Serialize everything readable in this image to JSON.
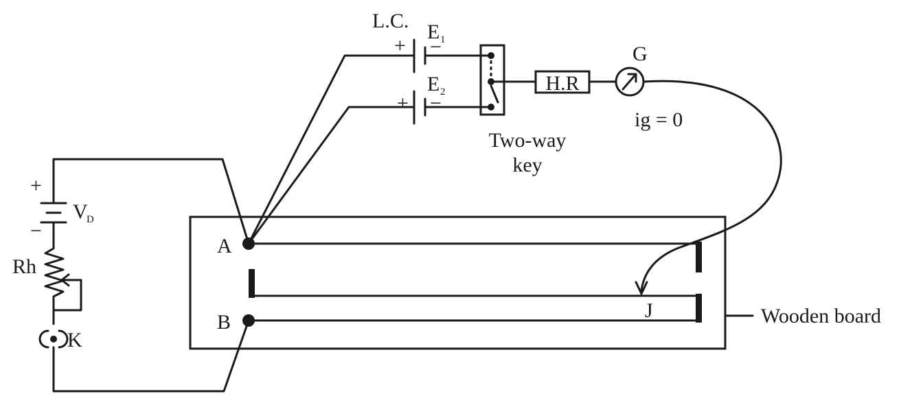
{
  "labels": {
    "lc": "L.C.",
    "e1": "E",
    "e1_sub": "1",
    "e2": "E",
    "e2_sub": "2",
    "plus_e1": "+",
    "minus_e1": "−",
    "plus_e2": "+",
    "minus_e2": "−",
    "hr": "H.R",
    "g": "G",
    "ig": "ig = 0",
    "two_way_line1": "Two-way",
    "two_way_line2": "key",
    "plus_vd": "+",
    "minus_vd": "−",
    "vd": "V",
    "vd_sub": "D",
    "rh": "Rh",
    "k": "K",
    "a": "A",
    "b": "B",
    "j": "J",
    "wooden_board": "Wooden board"
  },
  "colors": {
    "ink": "#1a1a1a",
    "background": "#ffffff"
  }
}
